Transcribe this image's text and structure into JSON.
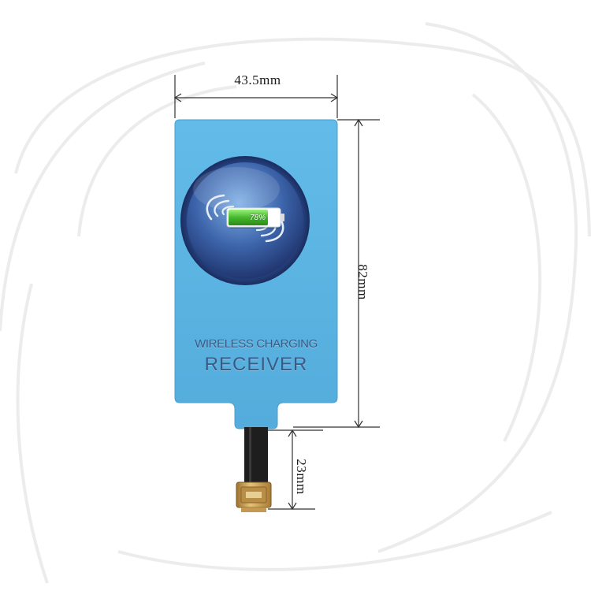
{
  "dimensions": {
    "width": "43.5mm",
    "height": "82mm",
    "tail_length": "23mm"
  },
  "product": {
    "label_line1": "WIRELESS CHARGING",
    "label_line2": "RECEIVER",
    "battery_percent": "78%"
  },
  "colors": {
    "pad": "#5bb4e3",
    "badge_dark": "#26437e",
    "badge_light": "#6fa0d8",
    "label_text": "#3a5a86",
    "battery_green": "#5fd040",
    "connector_gold": "#c9a05a",
    "cable": "#1e1e1e"
  }
}
